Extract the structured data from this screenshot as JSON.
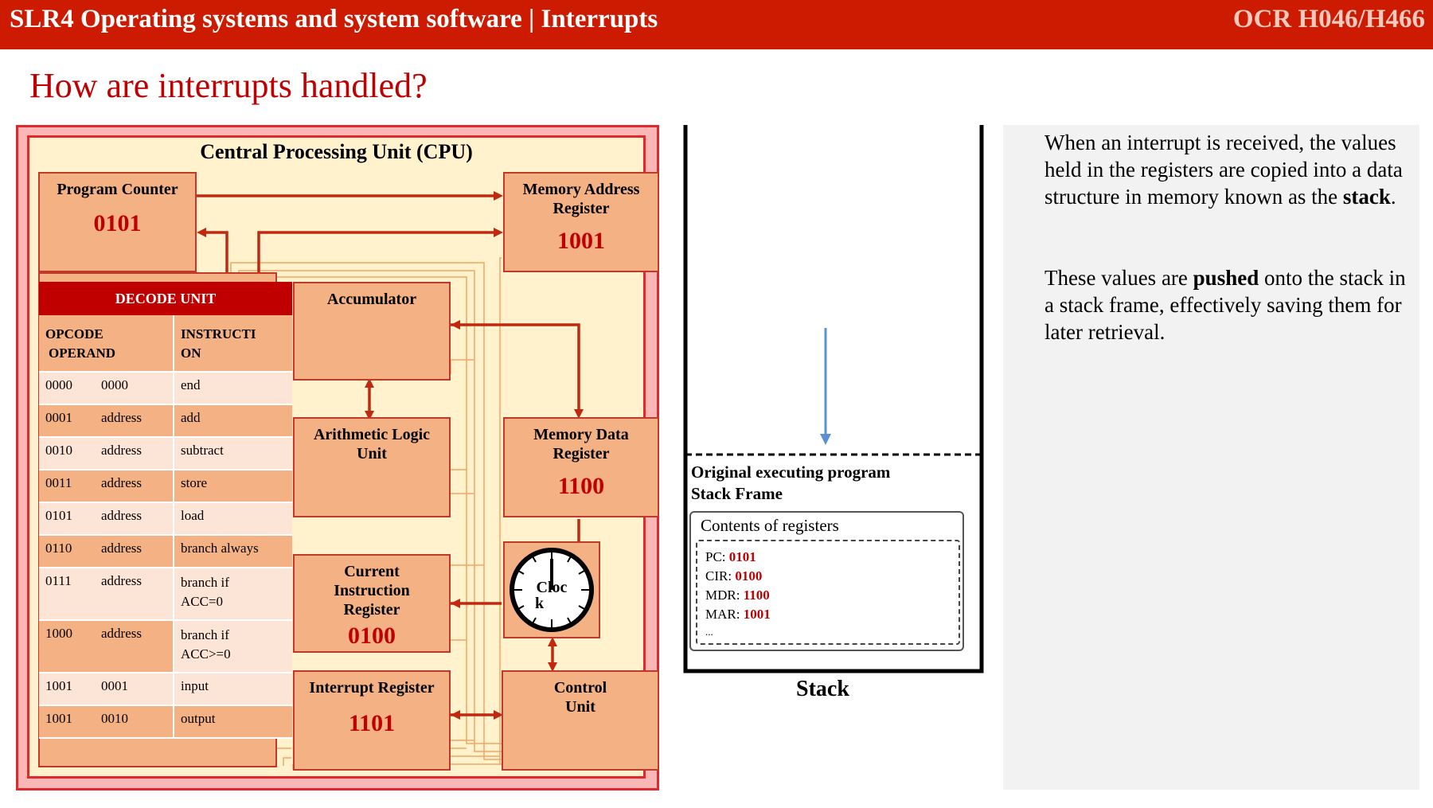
{
  "header": {
    "title": "SLR4 Operating systems and system software | Interrupts",
    "code": "OCR H046/H466"
  },
  "heading": "How are interrupts handled?",
  "cpu": {
    "title": "Central Processing Unit (CPU)",
    "pc": {
      "label": "Program Counter",
      "value": "0101"
    },
    "mar": {
      "label1": "Memory Address",
      "label2": "Register",
      "value": "1001"
    },
    "acc": {
      "label": "Accumulator"
    },
    "alu": {
      "label1": "Arithmetic Logic",
      "label2": "Unit"
    },
    "mdr": {
      "label1": "Memory Data",
      "label2": "Register",
      "value": "1100"
    },
    "cir": {
      "label1": "Current",
      "label2": "Instruction",
      "label3": "Register",
      "value": "0100"
    },
    "clock": {
      "label1": "Cloc",
      "label2": "k"
    },
    "ir": {
      "label": "Interrupt Register",
      "value": "1101"
    },
    "cu": {
      "label1": "Control",
      "label2": "Unit"
    }
  },
  "decode": {
    "title": "DECODE UNIT",
    "col1": [
      "OPCODE",
      "OPERAND"
    ],
    "col2": [
      "INSTRUCTI",
      "ON"
    ],
    "rows": [
      {
        "opcode": "0000",
        "operand": "0000",
        "instr": "end"
      },
      {
        "opcode": "0001",
        "operand": "address",
        "instr": "add"
      },
      {
        "opcode": "0010",
        "operand": "address",
        "instr": "subtract"
      },
      {
        "opcode": "0011",
        "operand": "address",
        "instr": "store"
      },
      {
        "opcode": "0101",
        "operand": "address",
        "instr": "load"
      },
      {
        "opcode": "0110",
        "operand": "address",
        "instr": "branch always"
      },
      {
        "opcode": "0111",
        "operand": "address",
        "instr": "branch if",
        "instr2": "ACC=0"
      },
      {
        "opcode": "1000",
        "operand": "address",
        "instr": "branch if",
        "instr2": "ACC>=0"
      },
      {
        "opcode": "1001",
        "operand": "0001",
        "instr": "input"
      },
      {
        "opcode": "1001",
        "operand": "0010",
        "instr": "output"
      }
    ]
  },
  "stack": {
    "label": "Stack",
    "frame_line1": "Original executing program",
    "frame_line2": "Stack Frame",
    "contents_title": "Contents of registers",
    "regs": [
      {
        "name": "PC:",
        "value": "0101"
      },
      {
        "name": "CIR:",
        "value": "0100"
      },
      {
        "name": "MDR:",
        "value": "1100"
      },
      {
        "name": "MAR:",
        "value": "1001"
      }
    ],
    "ellipsis": "..."
  },
  "info": {
    "p1_a": "When an interrupt is received, the values held in the registers are copied into a data structure in memory known as the ",
    "p1_b": "stack",
    "p1_c": ".",
    "p2_a": "These values are ",
    "p2_b": "pushed",
    "p2_c": " onto the stack in a stack frame, effectively saving them for later retrieval."
  },
  "colors": {
    "header": "#cc1b00",
    "accent_red": "#c00000",
    "register_fill": "#f4b183",
    "cpu_bg": "#fff2cc",
    "arrow_blue": "#5b8fd6"
  }
}
